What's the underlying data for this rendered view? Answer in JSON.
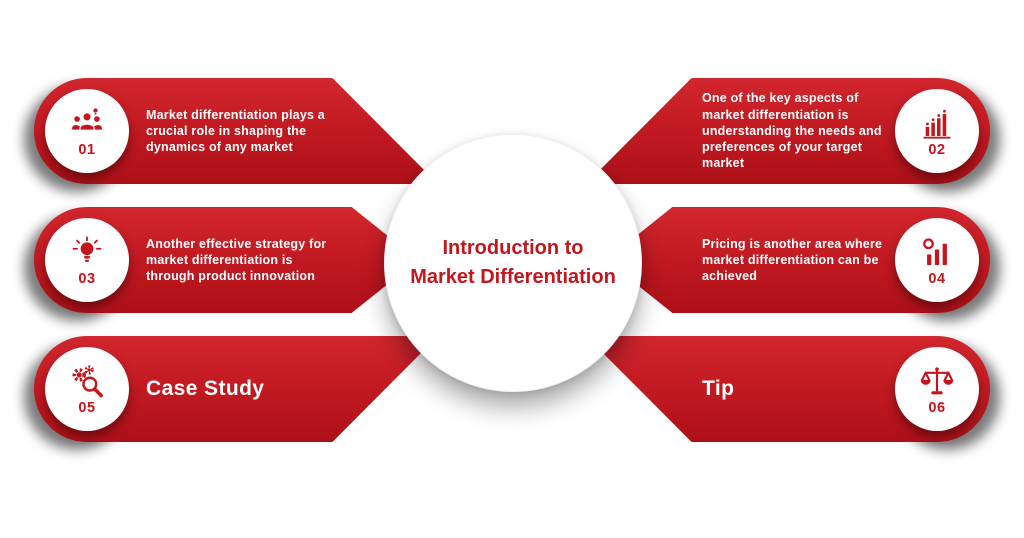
{
  "title": {
    "line1": "Introduction to",
    "line2": "Market Differentiation"
  },
  "colors": {
    "red": "#c4161c",
    "red_light": "#d2262e",
    "red_dark": "#ad1018",
    "background": "#ffffff",
    "text_on_red": "#ffffff"
  },
  "items": [
    {
      "number": "01",
      "side": "left",
      "icon": "team-idea-icon",
      "text": "Market differentiation plays a crucial role in shaping the dynamics of any market"
    },
    {
      "number": "02",
      "side": "right",
      "icon": "bar-chart-icon",
      "text": "One of the key aspects of market differentiation is understanding the needs and preferences of your target market"
    },
    {
      "number": "03",
      "side": "left",
      "icon": "lightbulb-icon",
      "text": "Another effective strategy for market differentiation is through product innovation"
    },
    {
      "number": "04",
      "side": "right",
      "icon": "pricing-growth-icon",
      "text": "Pricing is another area where market differentiation can be achieved"
    },
    {
      "number": "05",
      "side": "left",
      "icon": "gears-search-icon",
      "text": "Case Study"
    },
    {
      "number": "06",
      "side": "right",
      "icon": "balance-scale-icon",
      "text": "Tip"
    }
  ]
}
